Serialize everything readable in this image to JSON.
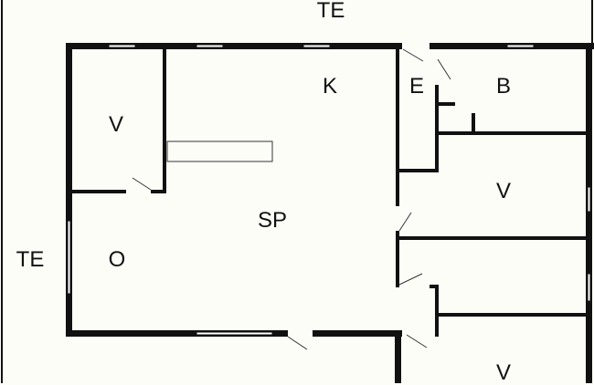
{
  "labels": {
    "terrace_top": "TE",
    "terrace_left": "TE",
    "kitchen": "K",
    "entrance": "E",
    "bathroom": "B",
    "bedroom_left": "V",
    "bedroom_right_1": "V",
    "bedroom_right_2": "V",
    "dining": "SP",
    "living": "O"
  }
}
